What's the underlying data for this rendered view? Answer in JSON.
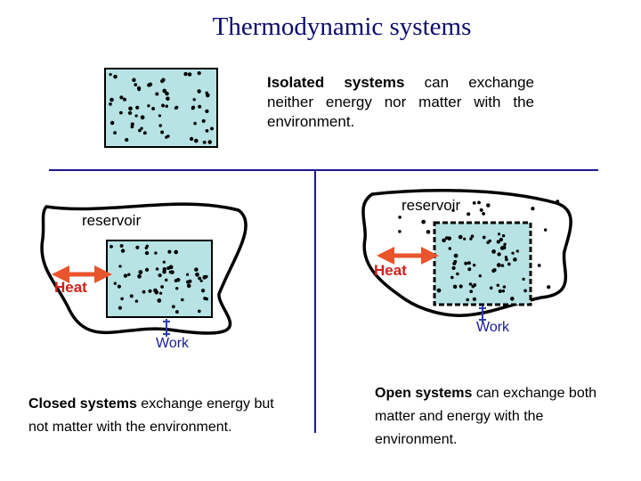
{
  "title": "Thermodynamic systems",
  "isolated": {
    "lead": "Isolated systems",
    "rest": " can exchange neither energy nor matter with the environment."
  },
  "closed": {
    "lead": "Closed systems",
    "rest": " exchange energy but not matter with the environment.",
    "reservoir_label": "reservoir",
    "heat_label": "Heat",
    "work_label": "Work"
  },
  "open": {
    "lead": "Open systems",
    "rest": " can exchange both matter and energy with the environment.",
    "reservoir_label": "reservoir",
    "heat_label": "Heat",
    "work_label": "Work"
  },
  "colors": {
    "box_fill": "#b7e3e4",
    "heat_arrow": "#e8542c",
    "heat_text": "#d2201a",
    "work_arrow": "#2a3fa8",
    "divider": "#1a1a8c",
    "title": "#0b0b6e"
  }
}
